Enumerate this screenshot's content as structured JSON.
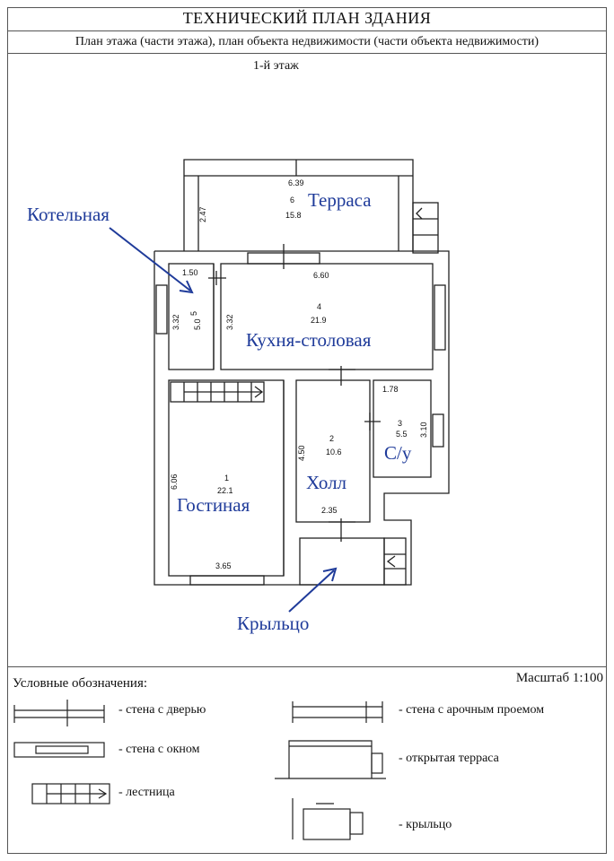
{
  "header": {
    "title": "ТЕХНИЧЕСКИЙ ПЛАН ЗДАНИЯ",
    "subtitle": "План этажа (части этажа), план объекта недвижимости (части объекта недвижимости)",
    "floor": "1-й этаж"
  },
  "rooms": {
    "terrace": {
      "label": "Терраса",
      "number": "6",
      "area": "15.8",
      "width": "6.39",
      "depth": "2.47"
    },
    "boiler": {
      "label": "Котельная",
      "number": "5",
      "area": "5.0",
      "width": "1.50",
      "depth": "3.32"
    },
    "kitchen": {
      "label": "Кухня-столовая",
      "number": "4",
      "area": "21.9",
      "width": "6.60",
      "depth": "3.32"
    },
    "living": {
      "label": "Гостиная",
      "number": "1",
      "area": "22.1",
      "width": "3.65",
      "depth": "6.06"
    },
    "hall": {
      "label": "Холл",
      "number": "2",
      "area": "10.6",
      "width": "2.35",
      "depth": "4.50"
    },
    "bath": {
      "label": "С/у",
      "number": "3",
      "area": "5.5",
      "width": "1.78",
      "depth": "3.10"
    },
    "porch": {
      "label": "Крыльцо"
    }
  },
  "legend": {
    "title": "Условные обозначения:",
    "scale": "Масштаб 1:100",
    "items": {
      "door": "- стена с дверью",
      "window": "- стена с окном",
      "stairs": "- лестница",
      "arch": "- стена с арочным проемом",
      "terrace": "- открытая терраса",
      "porch": "- крыльцо"
    }
  },
  "colors": {
    "annotation": "#1f3b9a",
    "line": "#222222"
  }
}
